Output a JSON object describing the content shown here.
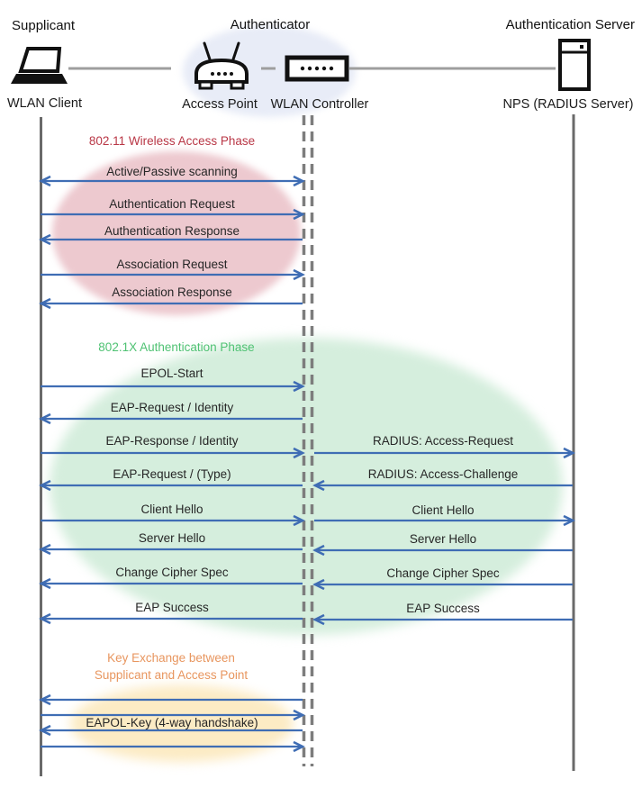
{
  "colors": {
    "arrow": "#3f6db4",
    "lifeline": "#6a6a6a",
    "dashed_lifeline": "#7d7d7d",
    "connector": "#9e9e9e",
    "icon": "#111111",
    "authenticator_ellipse": "#e8ecf7",
    "label_text": "#262626"
  },
  "header": {
    "supplicant_title": "Supplicant",
    "authenticator_title": "Authenticator",
    "auth_server_title": "Authentication Server",
    "wlan_client_caption": "WLAN Client",
    "access_point_caption": "Access Point",
    "wlan_controller_caption": "WLAN Controller",
    "nps_caption": "NPS (RADIUS Server)"
  },
  "icons": {
    "client": "laptop-icon",
    "access_point": "wireless-router-icon",
    "controller": "controller-box-icon",
    "server": "server-tower-icon"
  },
  "phases": [
    {
      "title": "802.11 Wireless Access Phase",
      "title_color": "#b93746",
      "ellipse_color": "#edc9cf",
      "messages": [
        {
          "label": "Active/Passive scanning",
          "segment": "client-ap",
          "direction": "both"
        },
        {
          "label": "Authentication Request",
          "segment": "client-ap",
          "direction": "right"
        },
        {
          "label": "Authentication Response",
          "segment": "client-ap",
          "direction": "left"
        },
        {
          "label": "Association Request",
          "segment": "client-ap",
          "direction": "right"
        },
        {
          "label": "Association Response",
          "segment": "client-ap",
          "direction": "left"
        }
      ]
    },
    {
      "title": "802.1X Authentication Phase",
      "title_color": "#4fc273",
      "ellipse_color": "#d5eedd",
      "messages": [
        {
          "label": "EPOL-Start",
          "segment": "client-ap",
          "direction": "right"
        },
        {
          "label": "EAP-Request / Identity",
          "segment": "client-ap",
          "direction": "left"
        },
        {
          "label": "EAP-Response / Identity",
          "segment": "client-ap",
          "direction": "right"
        },
        {
          "label": "RADIUS: Access-Request",
          "segment": "ap-server",
          "direction": "right"
        },
        {
          "label": "EAP-Request / (Type)",
          "segment": "client-ap",
          "direction": "left"
        },
        {
          "label": "RADIUS: Access-Challenge",
          "segment": "ap-server",
          "direction": "left"
        },
        {
          "label": "Client Hello",
          "segment": "client-ap",
          "direction": "right"
        },
        {
          "label": "Client Hello",
          "segment": "ap-server",
          "direction": "right"
        },
        {
          "label": "Server Hello",
          "segment": "client-ap",
          "direction": "left"
        },
        {
          "label": "Server Hello",
          "segment": "ap-server",
          "direction": "left"
        },
        {
          "label": "Change Cipher Spec",
          "segment": "client-ap",
          "direction": "left"
        },
        {
          "label": "Change Cipher Spec",
          "segment": "ap-server",
          "direction": "left"
        },
        {
          "label": "EAP Success",
          "segment": "client-ap",
          "direction": "left"
        },
        {
          "label": "EAP Success",
          "segment": "ap-server",
          "direction": "left"
        }
      ]
    },
    {
      "title": "Key Exchange between\nSupplicant and Access Point",
      "title_color": "#e8965f",
      "ellipse_color": "#fcebc4",
      "messages": [
        {
          "label": null,
          "segment": "client-ap",
          "direction": "left"
        },
        {
          "label": null,
          "segment": "client-ap",
          "direction": "right"
        },
        {
          "label": "EAPOL-Key (4-way handshake)",
          "segment": "client-ap",
          "direction": "left"
        },
        {
          "label": null,
          "segment": "client-ap",
          "direction": "right"
        }
      ]
    }
  ]
}
